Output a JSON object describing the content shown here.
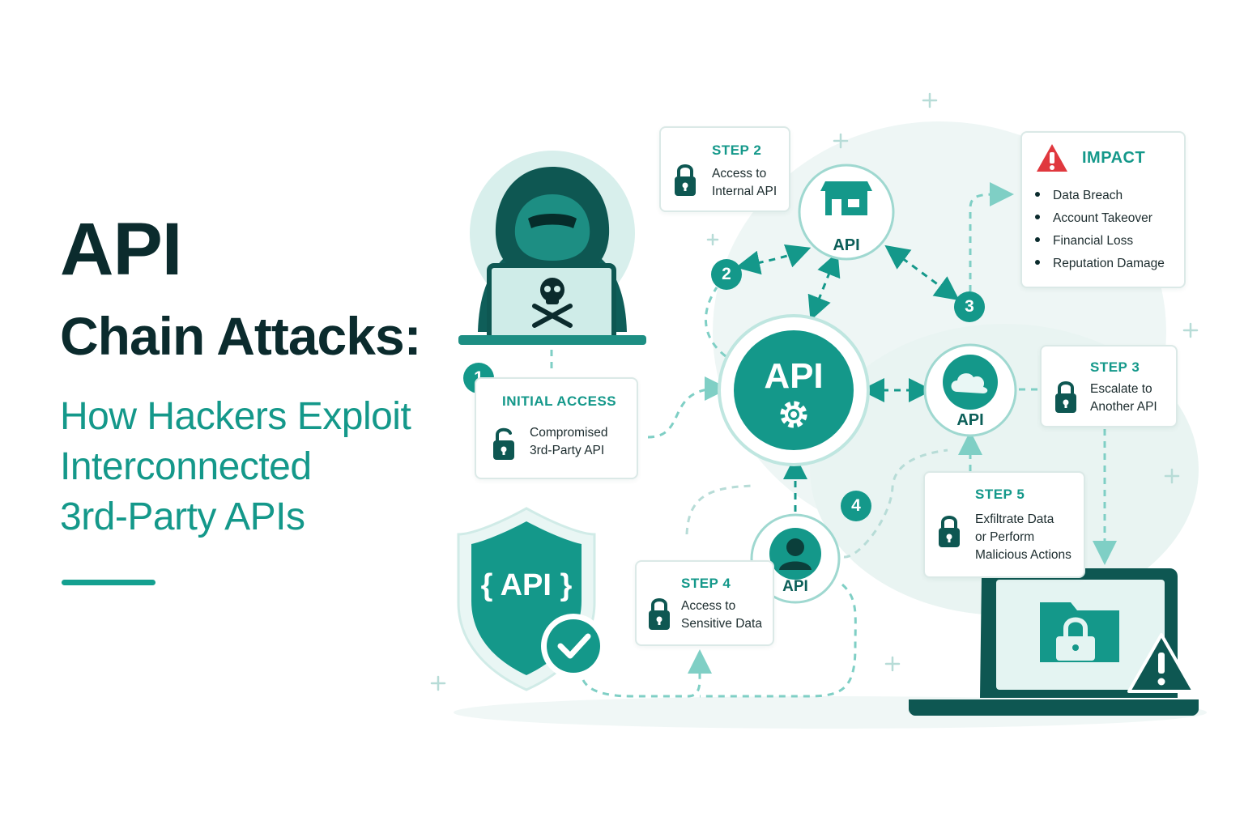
{
  "title": {
    "line1": "API",
    "line2": "Chain Attacks:",
    "subtitle_lines": [
      "How Hackers Exploit",
      "Interconnected",
      "3rd-Party APIs"
    ]
  },
  "steps": {
    "initial": {
      "number": "1",
      "heading": "INITIAL ACCESS",
      "lines": [
        "Compromised",
        "3rd-Party API"
      ]
    },
    "step2": {
      "number": "2",
      "heading": "STEP 2",
      "lines": [
        "Access to",
        "Internal API"
      ]
    },
    "step3": {
      "number": "3",
      "heading": "STEP 3",
      "lines": [
        "Escalate to",
        "Another API"
      ]
    },
    "step4": {
      "number": "4",
      "heading": "STEP 4",
      "lines": [
        "Access to",
        "Sensitive Data"
      ]
    },
    "step5": {
      "heading": "STEP 5",
      "lines": [
        "Exfiltrate Data",
        "or Perform",
        "Malicious Actions"
      ]
    }
  },
  "impact": {
    "heading": "IMPACT",
    "items": [
      "Data Breach",
      "Account Takeover",
      "Financial Loss",
      "Reputation Damage"
    ]
  },
  "nodes": {
    "central": "API",
    "store": "API",
    "cloud": "API",
    "user": "API",
    "shield": "{ API }"
  },
  "colors": {
    "primary": "#14988a",
    "dark": "#0b2b2d",
    "teal_dark": "#0b5e58",
    "light": "#d8efec",
    "alert": "#e0383e"
  },
  "icons": [
    "hacker-icon",
    "skull-crossbones-icon",
    "lock-icon",
    "unlock-icon",
    "store-icon",
    "cloud-icon",
    "user-icon",
    "gear-icon",
    "shield-check-icon",
    "warning-icon",
    "folder-lock-icon",
    "laptop-icon"
  ]
}
